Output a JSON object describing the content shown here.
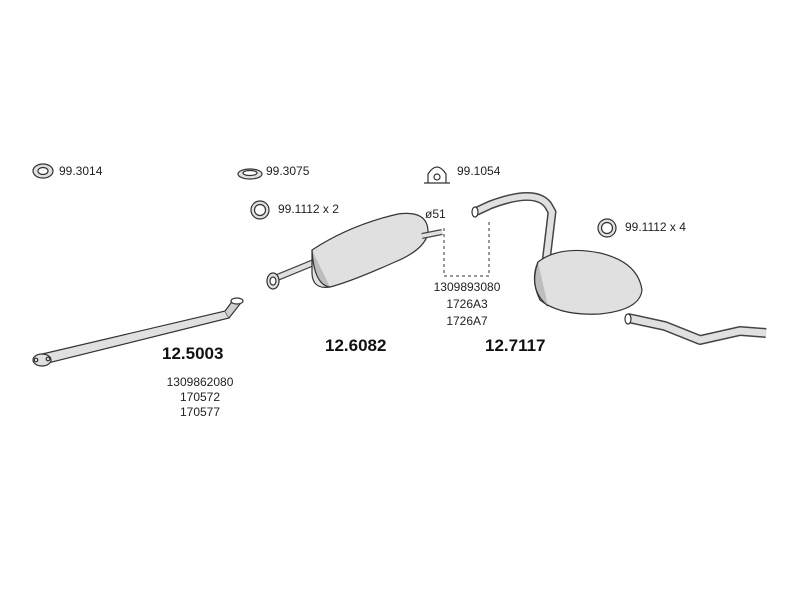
{
  "accessories": {
    "gasket_a": "99.3014",
    "gasket_b": "99.3075",
    "clamp": "99.1054",
    "ring_x2": "99.1112 x 2",
    "ring_x4": "99.1112 x 4"
  },
  "diameter_label": "ø51",
  "parts": [
    {
      "number": "12.5003",
      "codes": [
        "1309862080",
        "170572",
        "170577"
      ]
    },
    {
      "number": "12.6082",
      "codes": []
    },
    {
      "number": "12.7117",
      "codes": [
        "1309893080",
        "1726A3",
        "1726A7"
      ]
    }
  ],
  "colors": {
    "line": "#333333",
    "fill": "#e0e0e0",
    "shade": "#bdbdbd"
  }
}
